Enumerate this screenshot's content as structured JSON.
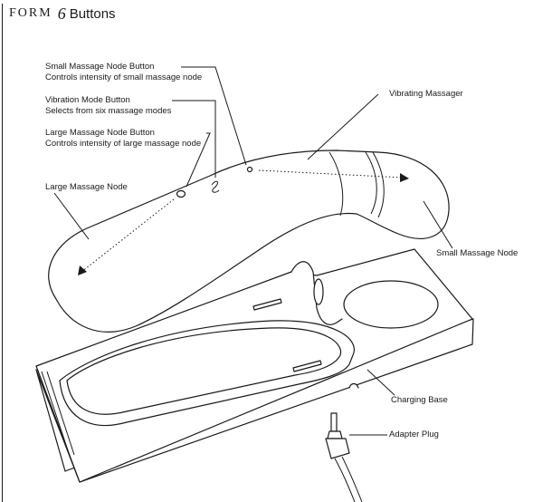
{
  "header": {
    "form_word": "FORM",
    "form_number": "6",
    "title": "Buttons"
  },
  "callouts": {
    "small_node_button": {
      "title": "Small Massage Node Button",
      "desc": "Controls intensity of small massage node"
    },
    "vibration_mode_button": {
      "title": "Vibration Mode Button",
      "desc": "Selects from six massage modes"
    },
    "large_node_button": {
      "title": "Large Massage Node Button",
      "desc": "Controls intensity of large massage node"
    },
    "large_node": "Large Massage Node",
    "vibrating_massager": "Vibrating Massager",
    "small_node": "Small Massage Node",
    "charging_base": "Charging Base",
    "adapter_plug": "Adapter Plug"
  }
}
